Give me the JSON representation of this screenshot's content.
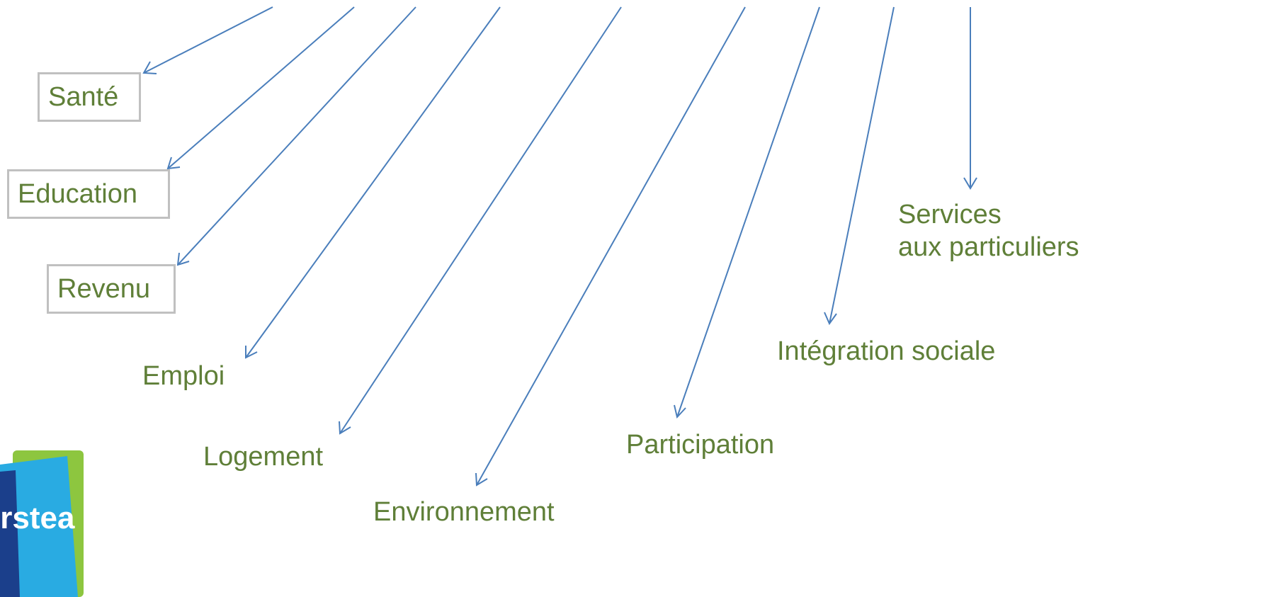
{
  "labels": {
    "sante": "Santé",
    "education": "Education",
    "revenu": "Revenu",
    "emploi": "Emploi",
    "logement": "Logement",
    "environnement": "Environnement",
    "participation": "Participation",
    "integration": "Intégration sociale",
    "services_line1": "Services",
    "services_line2": "aux particuliers"
  },
  "logo": {
    "text": "irstea"
  },
  "colors": {
    "label_text": "#5f7f38",
    "arrow": "#4a7ebb",
    "box_border": "#c0c0c0",
    "logo_green": "#8dc63f",
    "logo_blue": "#29abe2",
    "logo_navy": "#1b3f8b"
  },
  "icons": {
    "arrow": "arrow-line-icon",
    "logo": "irstea-logo"
  }
}
